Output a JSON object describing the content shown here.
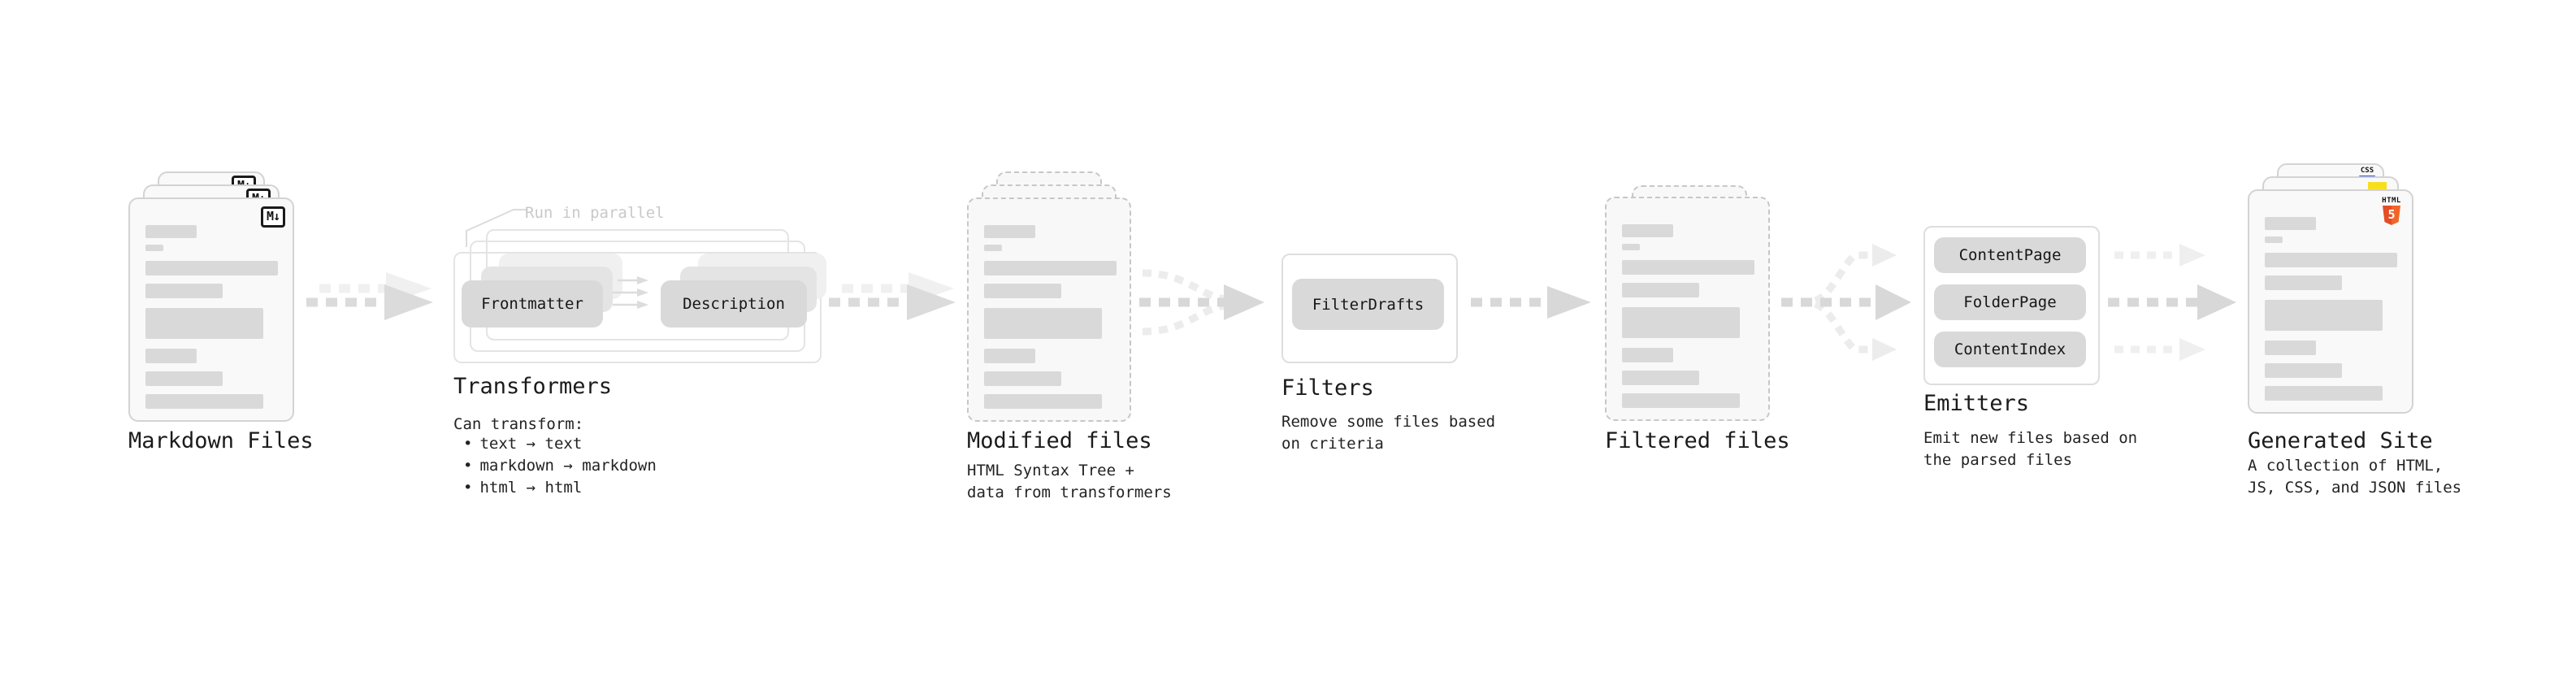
{
  "stages": {
    "markdown": {
      "title": "Markdown Files",
      "badge": "M↓"
    },
    "transformers": {
      "title": "Transformers",
      "note": "Run in parallel",
      "step1": "Frontmatter",
      "step2": "Description",
      "subtitle": "Can transform:",
      "bullet_marker": "•",
      "bullets": [
        "text → text",
        "markdown → markdown",
        "html → html"
      ]
    },
    "modified": {
      "title": "Modified files",
      "subtitle": "HTML Syntax Tree +\ndata from transformers"
    },
    "filters": {
      "title": "Filters",
      "step1": "FilterDrafts",
      "subtitle": "Remove some files based\non criteria"
    },
    "filtered": {
      "title": "Filtered files"
    },
    "emitters": {
      "title": "Emitters",
      "step1": "ContentPage",
      "step2": "FolderPage",
      "step3": "ContentIndex",
      "subtitle": "Emit new files based on\nthe parsed files"
    },
    "generated": {
      "title": "Generated Site",
      "subtitle": "A collection of HTML,\nJS, CSS, and JSON files",
      "badge_css": "CSS",
      "badge_html_top": "HTML",
      "badge_html_num": "5"
    }
  },
  "colors": {
    "arrow_main": "#d8d8d8",
    "arrow_faint": "#ececec",
    "placeholder_bar": "#d9d9d9",
    "button_bg": "#d9d9d9",
    "note_text": "#c9c9c9",
    "heading_text": "#1b1b1b",
    "js_yellow": "#f7df1e",
    "css_blue": "#2d53e5",
    "html_orange": "#e44d26"
  }
}
